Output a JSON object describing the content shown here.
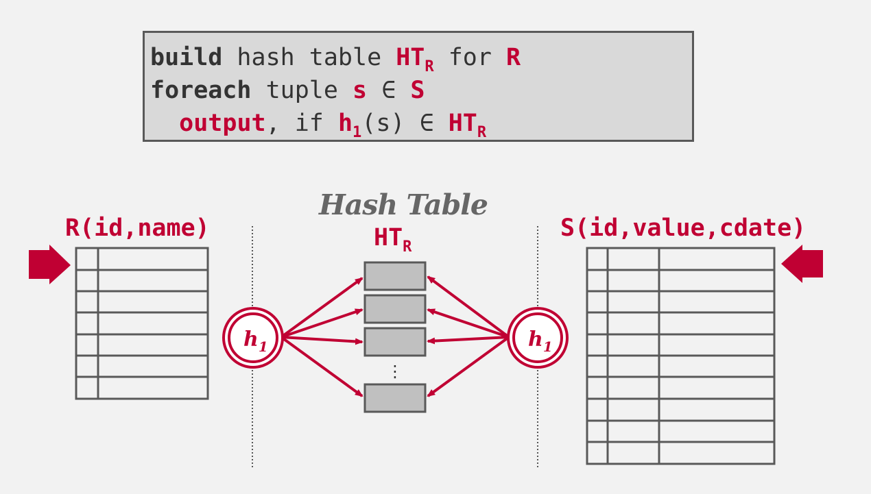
{
  "pseudocode": {
    "line1": {
      "kw": "build",
      "t1": " hash table ",
      "ht": "HT",
      "ht_sub": "R",
      "t2": " for ",
      "r": "R"
    },
    "line2": {
      "kw": "foreach",
      "t1": " tuple ",
      "s": "s",
      "t2": " ∈ ",
      "S": "S"
    },
    "line3": {
      "out": "output",
      "t1": ", if ",
      "h": "h",
      "h_sub": "1",
      "paren": "(s)",
      "t2": " ∈ ",
      "ht": "HT",
      "ht_sub": "R"
    }
  },
  "diagram": {
    "title": "Hash Table",
    "ht_label": "HT",
    "ht_label_sub": "R",
    "left_table_label": "R(id,name)",
    "right_table_label": "S(id,value,cdate)",
    "hash_fn_label": "h",
    "hash_fn_sub": "1",
    "ellipsis": "⋮",
    "colors": {
      "accent": "#c00033",
      "bucket": "#c0c0c0",
      "border": "#595959"
    }
  }
}
